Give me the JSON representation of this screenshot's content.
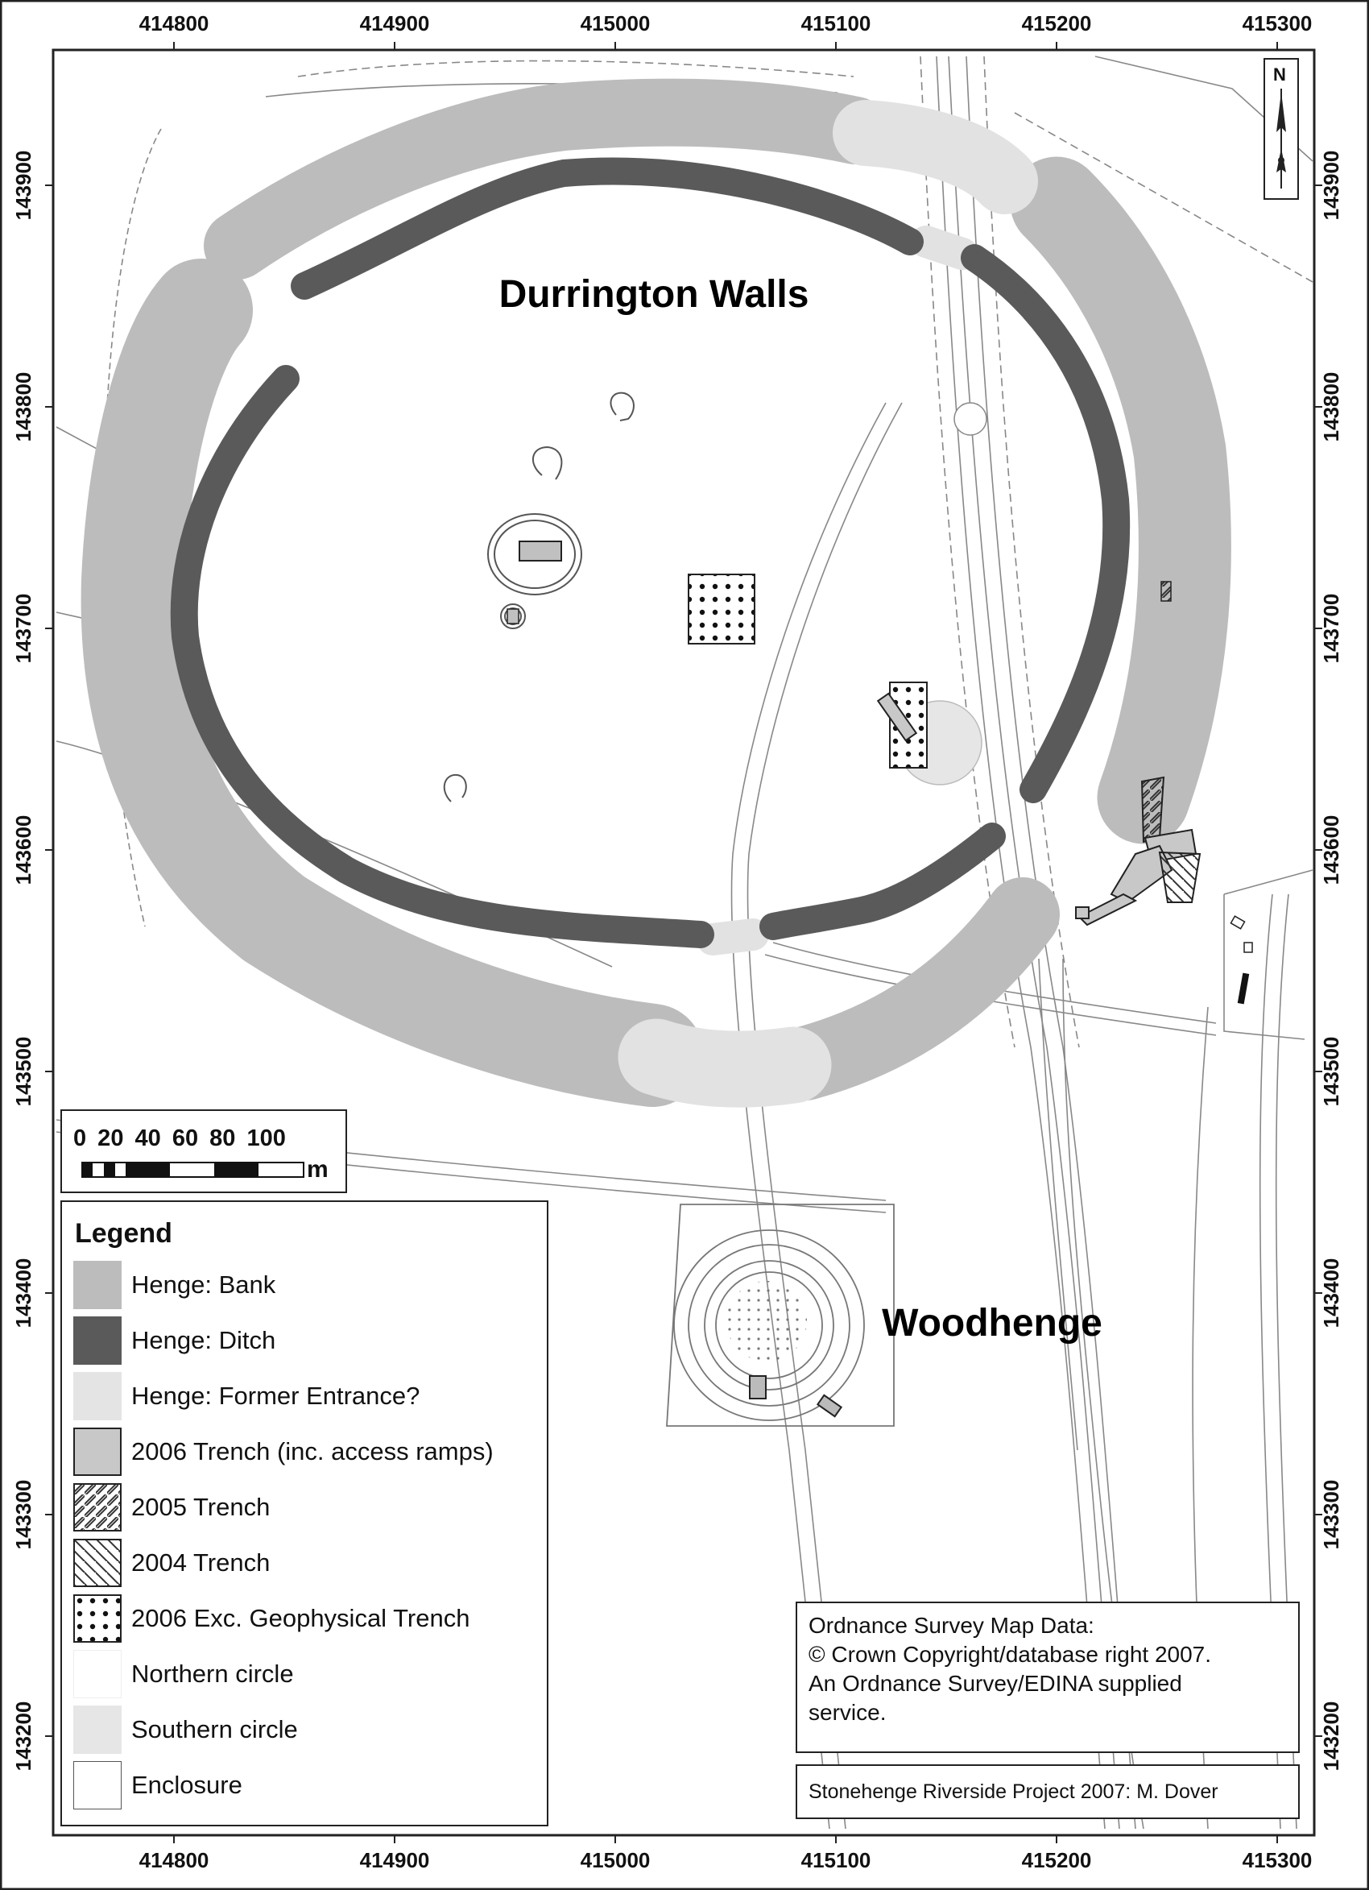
{
  "map_title_main": "Durrington Walls",
  "map_title_secondary": "Woodhenge",
  "easting_labels": [
    "414800",
    "414900",
    "415000",
    "415100",
    "415200",
    "415300"
  ],
  "northing_labels": [
    "143900",
    "143800",
    "143700",
    "143600",
    "143500",
    "143400",
    "143300",
    "143200"
  ],
  "scale_bar": {
    "numbers": "0 20 40 60 80 100",
    "unit": "m"
  },
  "north_arrow": {
    "label": "N",
    "icon": "north-arrow-icon"
  },
  "legend": {
    "title": "Legend",
    "items": [
      {
        "label": "Henge: Bank",
        "color": "#bcbcbc"
      },
      {
        "label": "Henge: Ditch",
        "color": "#5a5a5a"
      },
      {
        "label": "Henge: Former Entrance?",
        "color": "#e4e4e4"
      },
      {
        "label": "2006 Trench (inc. access ramps)",
        "color": "#c8c8c8"
      },
      {
        "label": "2005 Trench",
        "color": "#ffffff"
      },
      {
        "label": "2004 Trench",
        "color": "#ffffff"
      },
      {
        "label": "2006 Exc. Geophysical Trench",
        "color": "#ffffff"
      },
      {
        "label": "Northern circle",
        "color": "#ffffff"
      },
      {
        "label": "Southern circle",
        "color": "#e6e6e6"
      },
      {
        "label": "Enclosure",
        "color": "#ffffff"
      }
    ]
  },
  "os_notice": {
    "line1": "Ordnance Survey Map Data:",
    "line2": "© Crown Copyright/database right 2007.",
    "line3": "An Ordnance Survey/EDINA supplied",
    "line4": "service."
  },
  "credit": "Stonehenge Riverside Project 2007: M. Dover"
}
